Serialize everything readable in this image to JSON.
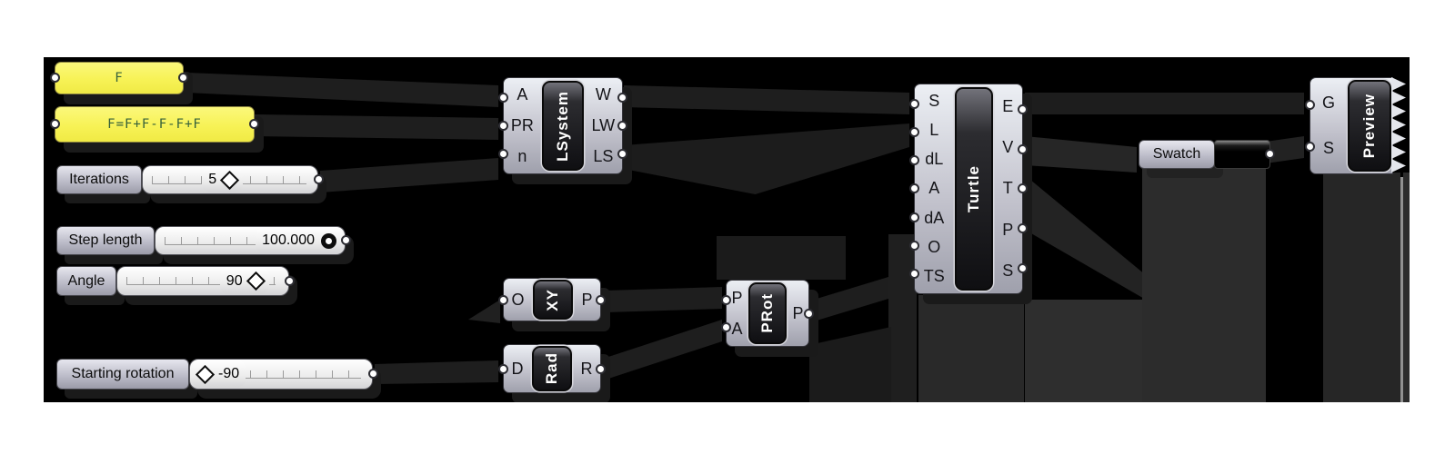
{
  "canvas": {
    "background": "#000000",
    "page_background": "#ffffff"
  },
  "panels": {
    "axiom": {
      "text": "F"
    },
    "rules": {
      "text": "F=F+F-F-F+F"
    }
  },
  "sliders": {
    "iterations": {
      "label": "Iterations",
      "value": "5",
      "handle": "diamond"
    },
    "step_length": {
      "label": "Step length",
      "value": "100.000",
      "handle": "circle"
    },
    "angle": {
      "label": "Angle",
      "value": "90",
      "handle": "diamond"
    },
    "starting_rotation": {
      "label": "Starting rotation",
      "value": "-90",
      "handle": "diamond"
    }
  },
  "components": {
    "lsystem": {
      "label": "LSystem",
      "inputs": [
        "A",
        "PR",
        "n"
      ],
      "outputs": [
        "W",
        "LW",
        "LS"
      ]
    },
    "xy": {
      "label": "XY",
      "inputs": [
        "O"
      ],
      "outputs": [
        "P"
      ]
    },
    "rad": {
      "label": "Rad",
      "inputs": [
        "D"
      ],
      "outputs": [
        "R"
      ]
    },
    "prot": {
      "label": "PRot",
      "inputs": [
        "P",
        "A"
      ],
      "outputs": [
        "P"
      ]
    },
    "turtle": {
      "label": "Turtle",
      "inputs": [
        "S",
        "L",
        "dL",
        "A",
        "dA",
        "O",
        "TS"
      ],
      "outputs": [
        "E",
        "V",
        "T",
        "P",
        "S"
      ]
    },
    "preview": {
      "label": "Preview",
      "inputs": [
        "G",
        "S"
      ],
      "outputs": []
    }
  },
  "swatch": {
    "label": "Swatch",
    "color": "#000000"
  }
}
